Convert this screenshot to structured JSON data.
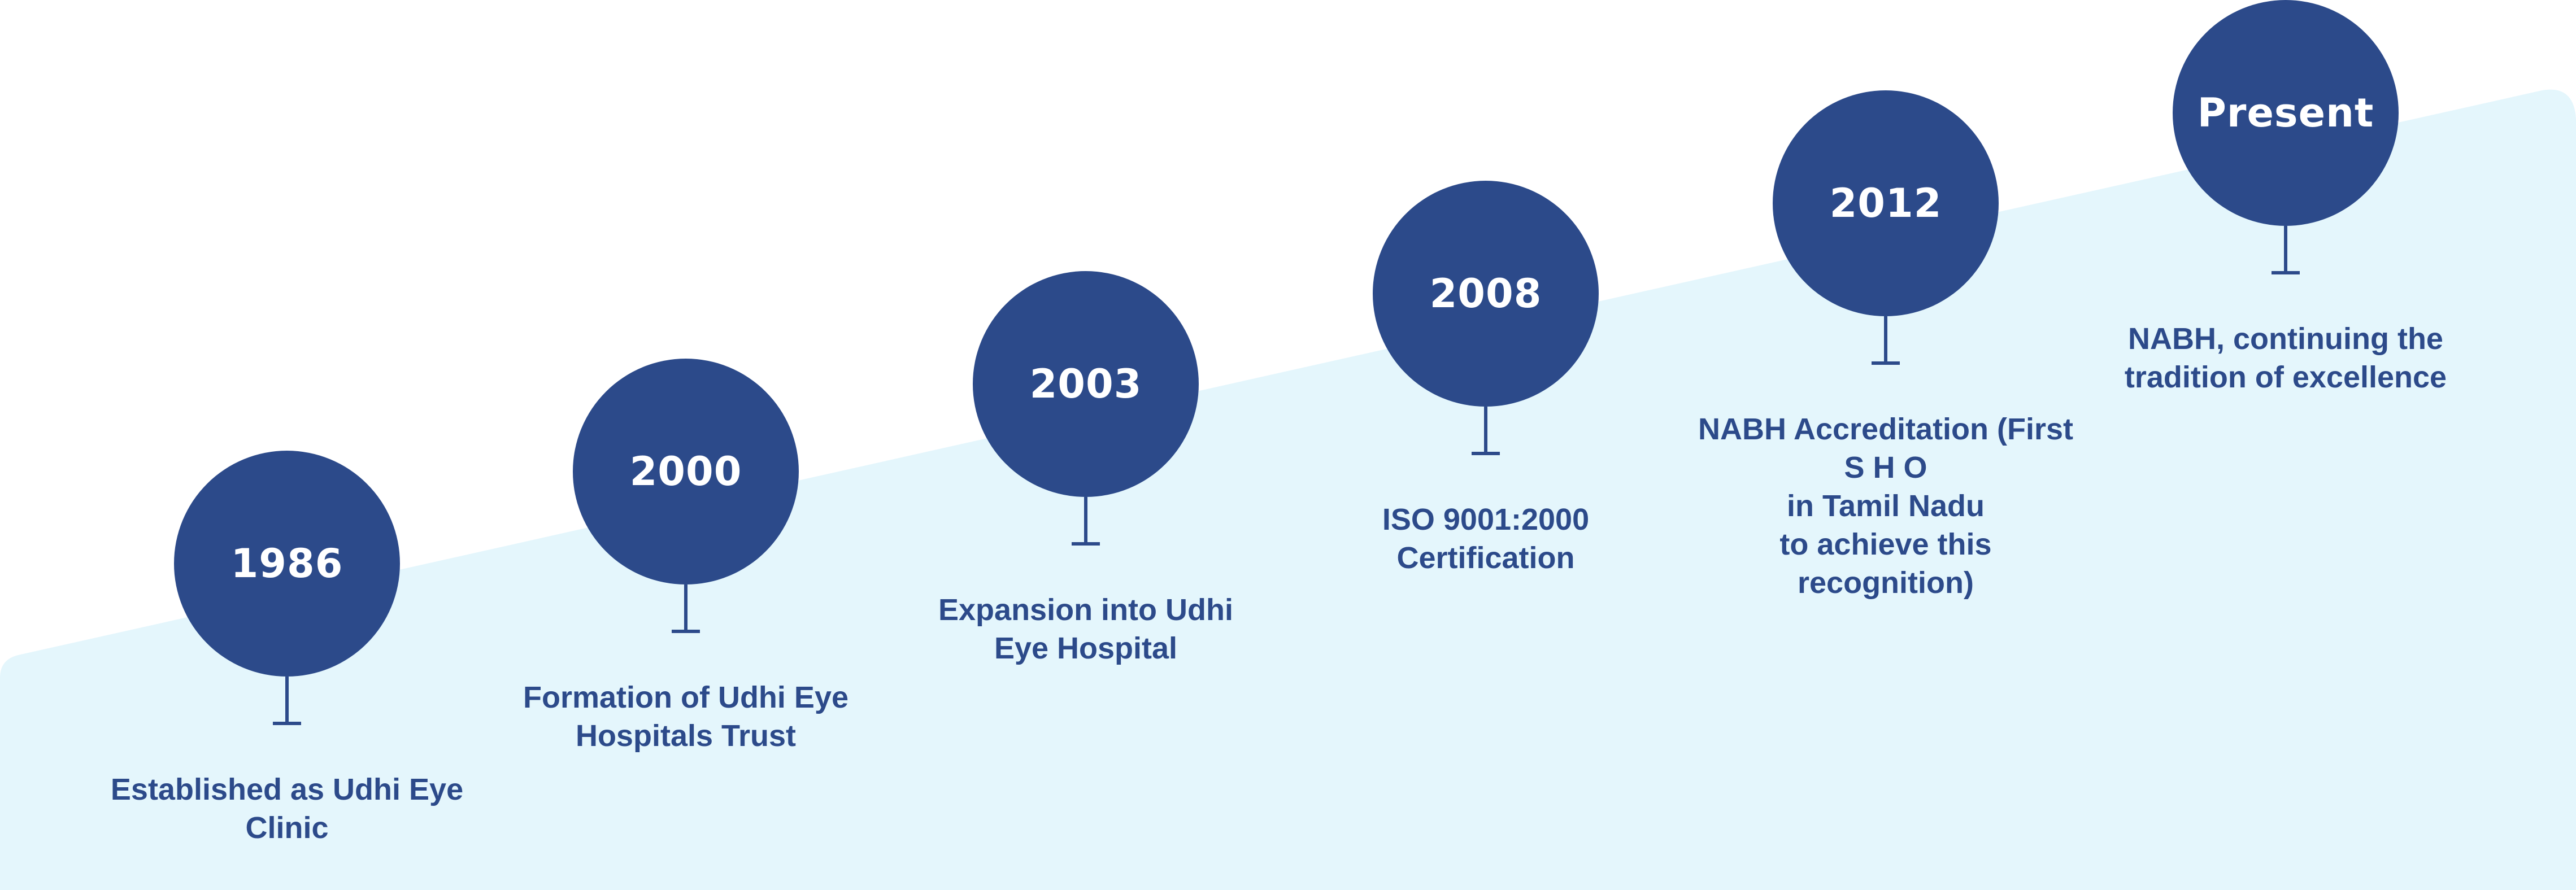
{
  "colors": {
    "circle": "#2c4a8a",
    "text": "#2c4a8a",
    "band": "#e4f6fc",
    "background": "#ffffff"
  },
  "milestones": [
    {
      "year": "1986",
      "caption": "Established as Udhi Eye\nClinic"
    },
    {
      "year": "2000",
      "caption": "Formation of Udhi Eye\nHospitals Trust"
    },
    {
      "year": "2003",
      "caption": "Expansion into Udhi\nEye Hospital"
    },
    {
      "year": "2008",
      "caption": "ISO 9001:2000\nCertification"
    },
    {
      "year": "2012",
      "caption": "NABH Accreditation (First S H O\nin Tamil Nadu\nto achieve this recognition)"
    },
    {
      "year": "Present",
      "caption": "NABH, continuing the\ntradition of excellence"
    }
  ]
}
